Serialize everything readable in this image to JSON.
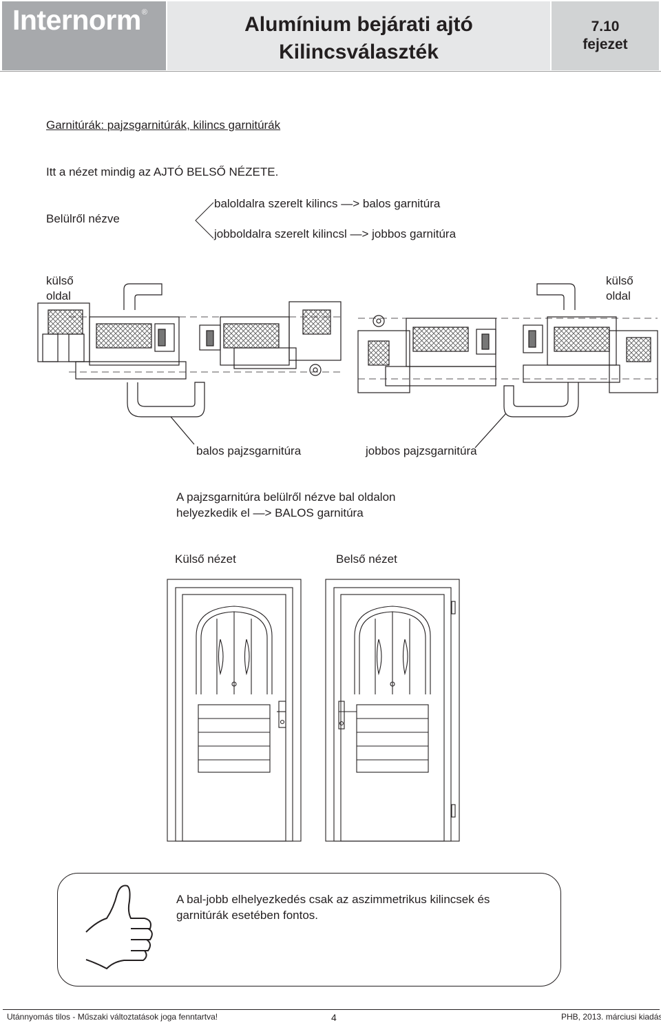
{
  "header": {
    "logo": "Internorm",
    "logo_mark": "®",
    "title_line1": "Alumínium bejárati ajtó",
    "title_line2": "Kilincsválaszték",
    "chapter_number": "7.10",
    "chapter_label": "fejezet"
  },
  "section": {
    "heading": "Garnitúrák: pajzsgarnitúrák, kilincs garnitúrák",
    "intro": "Itt a nézet mindig az AJTÓ BELSŐ NÉZETE.",
    "view_label": "Belülről nézve",
    "rule_left": "baloldalra szerelt kilincs —> balos garnitúra",
    "rule_right": "jobboldalra szerelt kilincsl —> jobbos garnitúra"
  },
  "profile_drawing": {
    "outer_left_1": "külső",
    "outer_left_2": "oldal",
    "outer_right_1": "külső",
    "outer_right_2": "oldal",
    "label_left": "balos pajzsgarnitúra",
    "label_right": "jobbos pajzsgarnitúra"
  },
  "explanation": {
    "line1": "A pajzsgarnitúra belülről nézve bal oldalon",
    "line2": "helyezkedik el —> BALOS garnitúra"
  },
  "door_views": {
    "outer_view": "Külső nézet",
    "inner_view": "Belső nézet"
  },
  "tip": {
    "icon": "thumbs-up-icon",
    "line1": "A bal-jobb elhelyezkedés csak az aszimmetrikus kilincsek és",
    "line2": "garnitúrák esetében fontos."
  },
  "footer": {
    "left": "Utánnyomás tilos - Műszaki változtatások joga fenntartva!",
    "page": "4",
    "right": "PHB, 2013. márciusi kiadás"
  }
}
